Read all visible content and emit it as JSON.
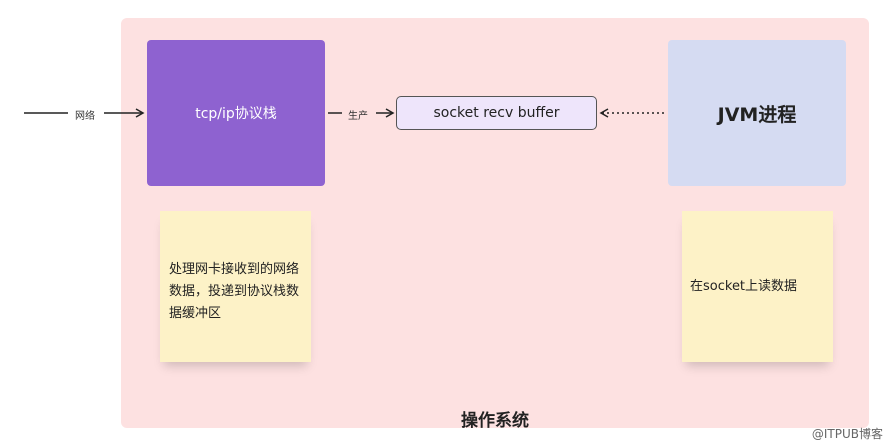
{
  "nodes": {
    "tcp": "tcp/ip协议栈",
    "buffer": "socket recv buffer",
    "jvm": "JVM进程"
  },
  "edges": {
    "network": "网络",
    "produce": "生产"
  },
  "notes": {
    "left": "处理网卡接收到的网络数据，投递到协议栈数据缓冲区",
    "right": "在socket上读数据"
  },
  "region_label": "操作系统",
  "watermark": "@ITPUB博客",
  "colors": {
    "region": "#fde1e1",
    "tcp_box": "#8e62d0",
    "jvm_box": "#d5dbf2",
    "buffer_box": "#eee5fb",
    "note": "#fdf2c7"
  }
}
